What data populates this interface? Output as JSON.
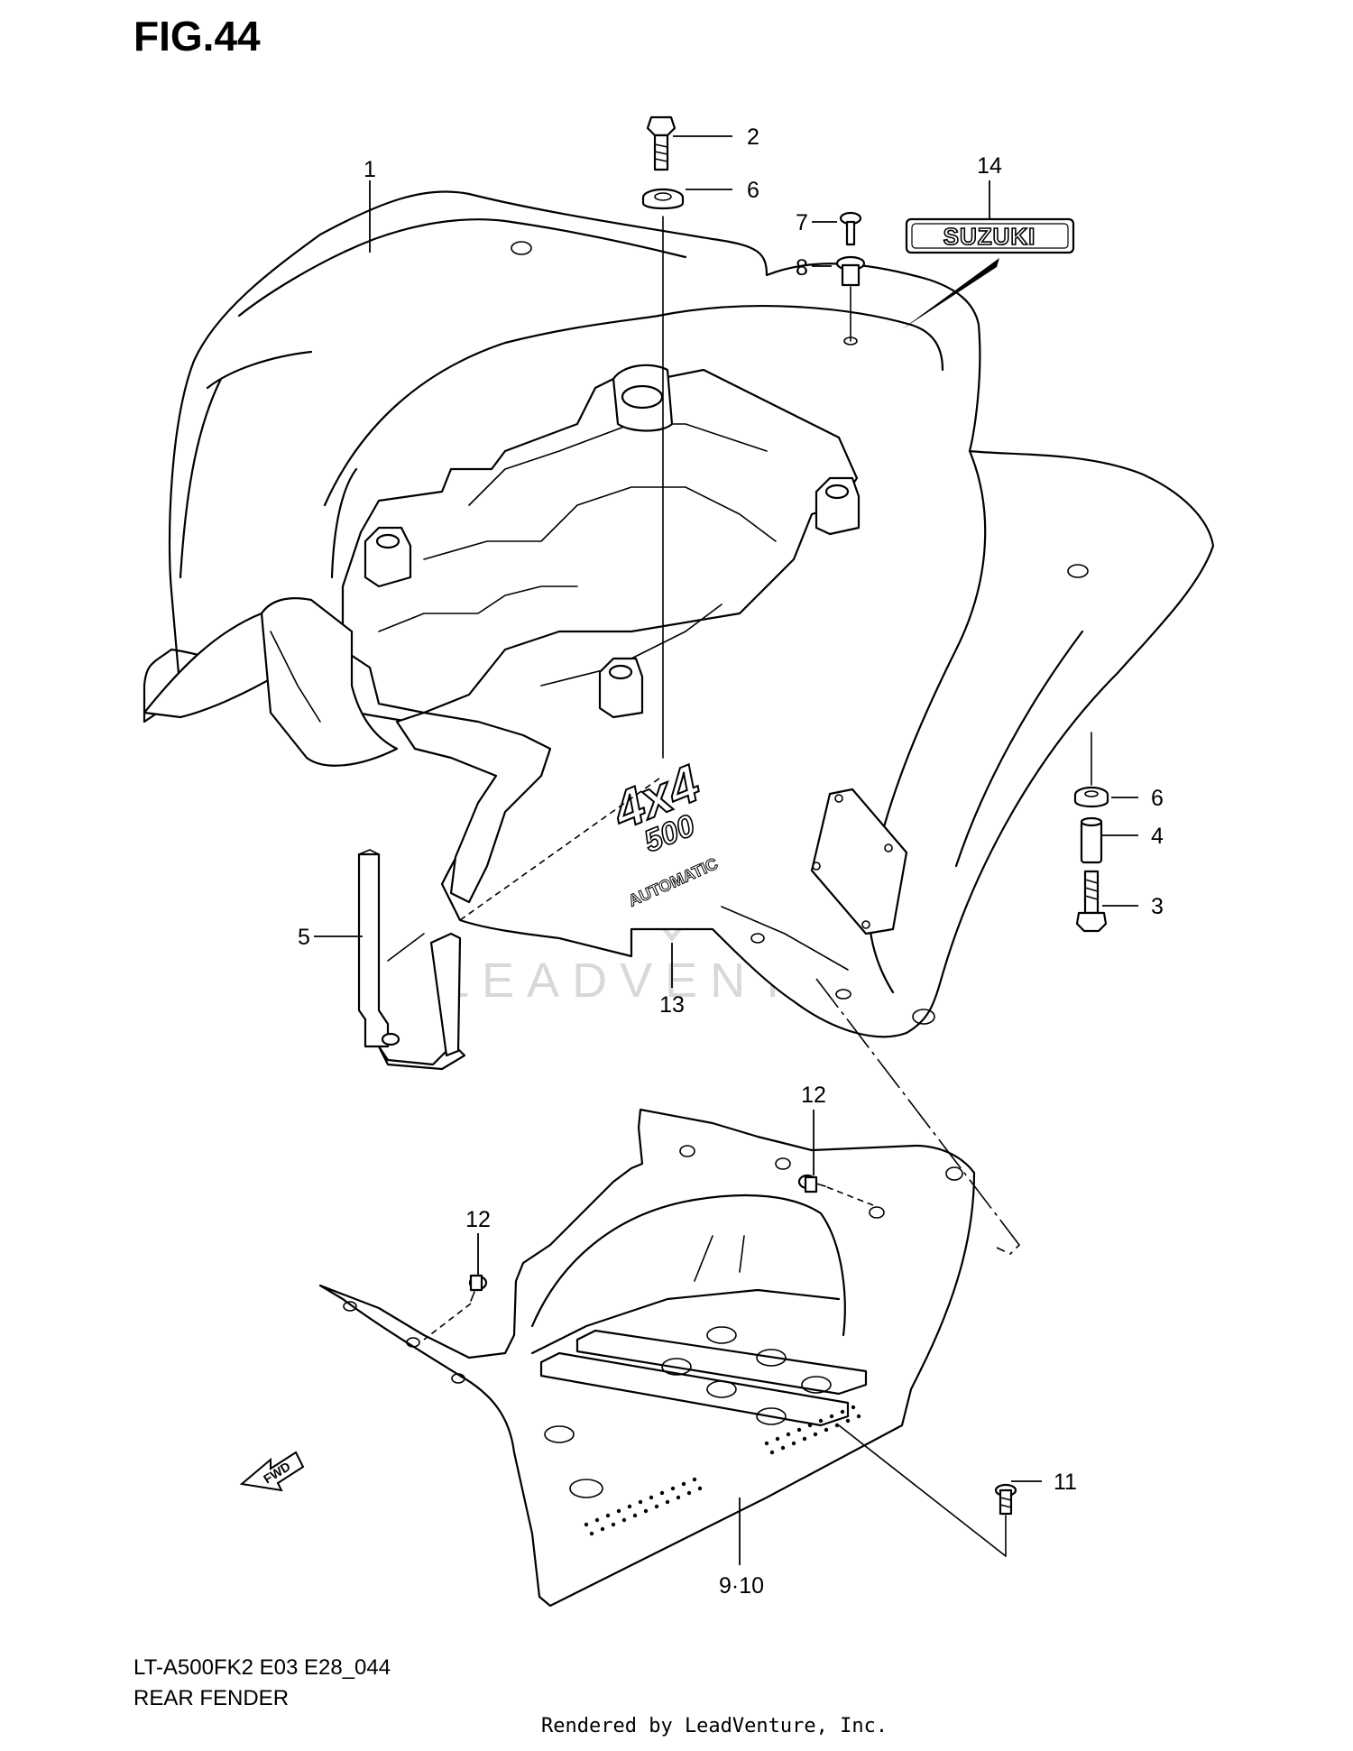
{
  "figure": {
    "title": "FIG.44",
    "model_code": "LT-A500FK2 E03 E28_044",
    "section_name": "REAR FENDER",
    "rendered_by": "Rendered by LeadVenture, Inc.",
    "watermark": "LEADVENTURE"
  },
  "decals": {
    "brand": "SUZUKI",
    "fender_decal_line1": "4x4",
    "fender_decal_line2": "500",
    "fender_decal_line3": "AUTOMATIC",
    "direction": "FWD"
  },
  "callouts": {
    "c1": "1",
    "c2": "2",
    "c3": "3",
    "c4": "4",
    "c5": "5",
    "c6a": "6",
    "c6b": "6",
    "c7": "7",
    "c8": "8",
    "c9_10": "9·10",
    "c11": "11",
    "c12a": "12",
    "c12b": "12",
    "c13": "13",
    "c14": "14"
  }
}
